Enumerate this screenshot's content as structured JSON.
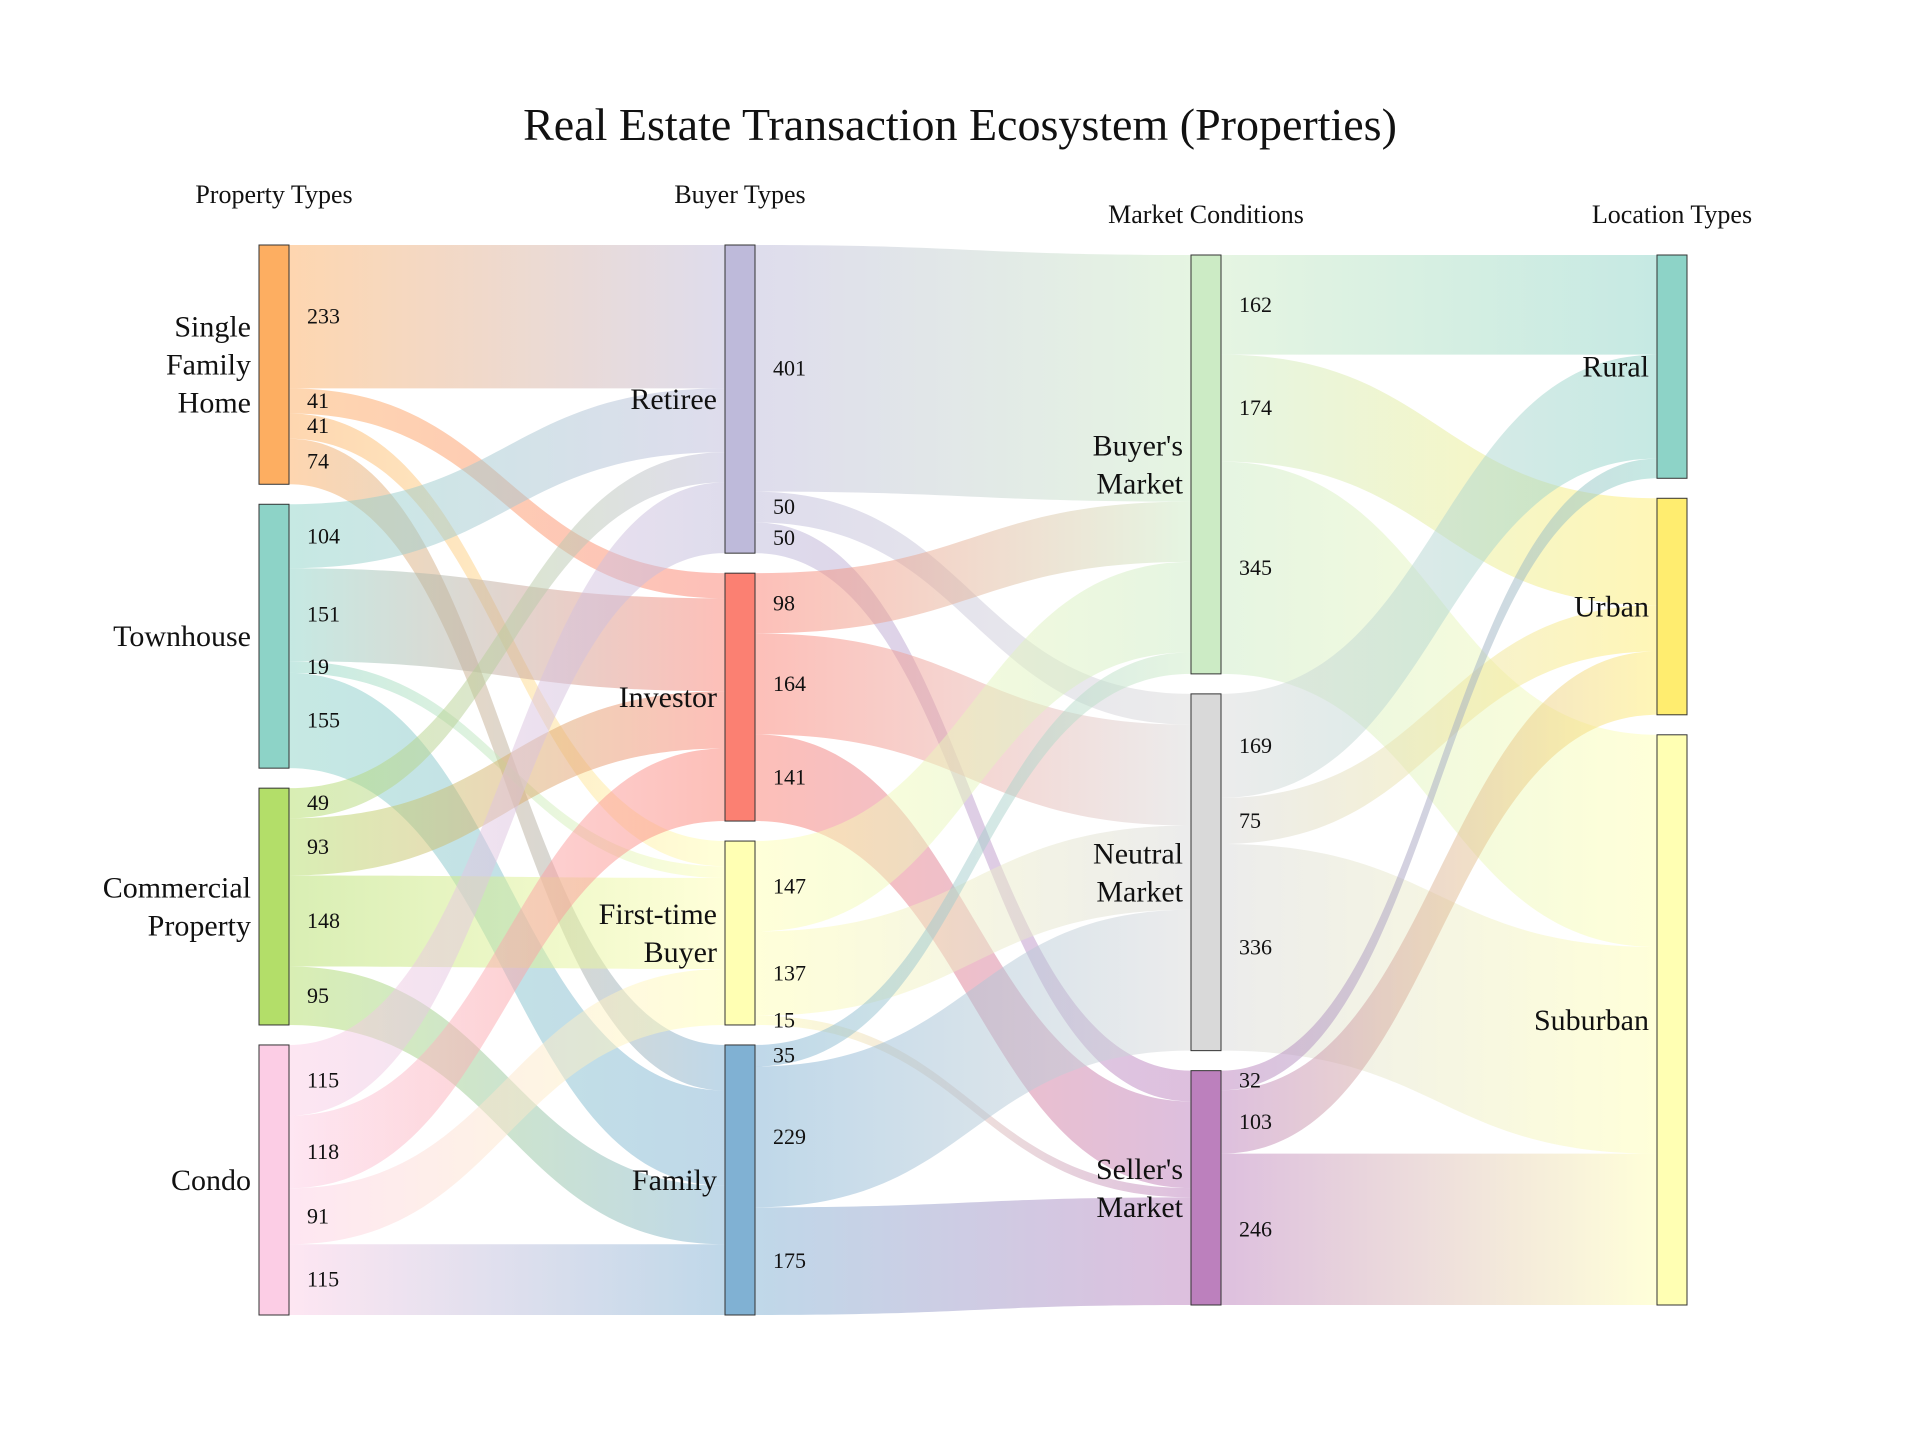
{
  "title": "Real Estate Transaction Ecosystem (Properties)",
  "column_headers": [
    "Property Types",
    "Buyer Types",
    "Market Conditions",
    "Location Types"
  ],
  "chart_data": {
    "type": "sankey",
    "nodes": [
      {
        "id": "sfh",
        "label": "Single Family Home",
        "lines": [
          "Single",
          "Family",
          "Home"
        ],
        "column": 0,
        "color": "#FDAE61"
      },
      {
        "id": "townhouse",
        "label": "Townhouse",
        "lines": [
          "Townhouse"
        ],
        "column": 0,
        "color": "#8DD3C7"
      },
      {
        "id": "commercial",
        "label": "Commercial Property",
        "lines": [
          "Commercial",
          "Property"
        ],
        "column": 0,
        "color": "#B3DE69"
      },
      {
        "id": "condo",
        "label": "Condo",
        "lines": [
          "Condo"
        ],
        "column": 0,
        "color": "#FCCDE5"
      },
      {
        "id": "retiree",
        "label": "Retiree",
        "lines": [
          "Retiree"
        ],
        "column": 1,
        "color": "#BEBADA"
      },
      {
        "id": "investor",
        "label": "Investor",
        "lines": [
          "Investor"
        ],
        "column": 1,
        "color": "#FB8072"
      },
      {
        "id": "firsttime",
        "label": "First-time Buyer",
        "lines": [
          "First-time",
          "Buyer"
        ],
        "column": 1,
        "color": "#FFFFB3"
      },
      {
        "id": "family",
        "label": "Family",
        "lines": [
          "Family"
        ],
        "column": 1,
        "color": "#80B1D3"
      },
      {
        "id": "buyers",
        "label": "Buyer's Market",
        "lines": [
          "Buyer's",
          "Market"
        ],
        "column": 2,
        "color": "#CCEBC5"
      },
      {
        "id": "neutral",
        "label": "Neutral Market",
        "lines": [
          "Neutral",
          "Market"
        ],
        "column": 2,
        "color": "#D9D9D9"
      },
      {
        "id": "sellers",
        "label": "Seller's Market",
        "lines": [
          "Seller's",
          "Market"
        ],
        "column": 2,
        "color": "#BC80BD"
      },
      {
        "id": "rural",
        "label": "Rural",
        "lines": [
          "Rural"
        ],
        "column": 3,
        "color": "#8DD3C7"
      },
      {
        "id": "urban",
        "label": "Urban",
        "lines": [
          "Urban"
        ],
        "column": 3,
        "color": "#FFED6F"
      },
      {
        "id": "suburban",
        "label": "Suburban",
        "lines": [
          "Suburban"
        ],
        "column": 3,
        "color": "#FFFFB3"
      }
    ],
    "links": [
      {
        "source": "sfh",
        "target": "retiree",
        "value": 233
      },
      {
        "source": "sfh",
        "target": "investor",
        "value": 41
      },
      {
        "source": "sfh",
        "target": "firsttime",
        "value": 41
      },
      {
        "source": "sfh",
        "target": "family",
        "value": 74
      },
      {
        "source": "townhouse",
        "target": "retiree",
        "value": 104
      },
      {
        "source": "townhouse",
        "target": "investor",
        "value": 151
      },
      {
        "source": "townhouse",
        "target": "firsttime",
        "value": 19
      },
      {
        "source": "townhouse",
        "target": "family",
        "value": 155
      },
      {
        "source": "commercial",
        "target": "retiree",
        "value": 49
      },
      {
        "source": "commercial",
        "target": "investor",
        "value": 93
      },
      {
        "source": "commercial",
        "target": "firsttime",
        "value": 148
      },
      {
        "source": "commercial",
        "target": "family",
        "value": 95
      },
      {
        "source": "condo",
        "target": "retiree",
        "value": 115
      },
      {
        "source": "condo",
        "target": "investor",
        "value": 118
      },
      {
        "source": "condo",
        "target": "firsttime",
        "value": 91
      },
      {
        "source": "condo",
        "target": "family",
        "value": 115
      },
      {
        "source": "retiree",
        "target": "buyers",
        "value": 401
      },
      {
        "source": "retiree",
        "target": "neutral",
        "value": 50
      },
      {
        "source": "retiree",
        "target": "sellers",
        "value": 50
      },
      {
        "source": "investor",
        "target": "buyers",
        "value": 98
      },
      {
        "source": "investor",
        "target": "neutral",
        "value": 164
      },
      {
        "source": "investor",
        "target": "sellers",
        "value": 141
      },
      {
        "source": "firsttime",
        "target": "buyers",
        "value": 147
      },
      {
        "source": "firsttime",
        "target": "neutral",
        "value": 137
      },
      {
        "source": "firsttime",
        "target": "sellers",
        "value": 15
      },
      {
        "source": "family",
        "target": "buyers",
        "value": 35
      },
      {
        "source": "family",
        "target": "neutral",
        "value": 229
      },
      {
        "source": "family",
        "target": "sellers",
        "value": 175
      },
      {
        "source": "buyers",
        "target": "rural",
        "value": 162
      },
      {
        "source": "buyers",
        "target": "urban",
        "value": 174
      },
      {
        "source": "buyers",
        "target": "suburban",
        "value": 345
      },
      {
        "source": "neutral",
        "target": "rural",
        "value": 169
      },
      {
        "source": "neutral",
        "target": "urban",
        "value": 75
      },
      {
        "source": "neutral",
        "target": "suburban",
        "value": 336
      },
      {
        "source": "sellers",
        "target": "rural",
        "value": 32
      },
      {
        "source": "sellers",
        "target": "urban",
        "value": 103
      },
      {
        "source": "sellers",
        "target": "suburban",
        "value": 246
      }
    ]
  }
}
